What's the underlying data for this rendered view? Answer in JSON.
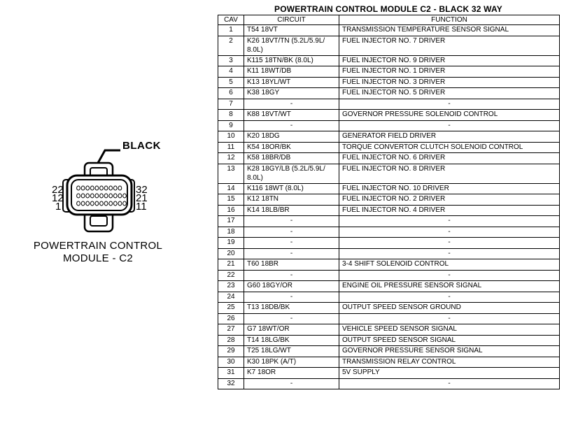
{
  "figure": {
    "color_label": "BLACK",
    "pin_labels": {
      "left_top": "22",
      "left_mid": "12",
      "left_bot": "1",
      "right_top": "32",
      "right_mid": "21",
      "right_bot": "11"
    },
    "caption_line1": "POWERTRAIN CONTROL",
    "caption_line2": "MODULE - C2"
  },
  "table": {
    "title": "POWERTRAIN CONTROL MODULE C2 - BLACK 32 WAY",
    "headers": {
      "cav": "CAV",
      "circuit": "CIRCUIT",
      "function": "FUNCTION"
    },
    "rows": [
      {
        "cav": "1",
        "circuit": "T54 18VT",
        "function": "TRANSMISSION TEMPERATURE SENSOR SIGNAL"
      },
      {
        "cav": "2",
        "circuit": "K26 18VT/TN (5.2L/5.9L/ 8.0L)",
        "function": "FUEL INJECTOR NO. 7 DRIVER"
      },
      {
        "cav": "3",
        "circuit": "K115 18TN/BK (8.0L)",
        "function": "FUEL INJECTOR NO. 9 DRIVER"
      },
      {
        "cav": "4",
        "circuit": "K11 18WT/DB",
        "function": "FUEL INJECTOR NO. 1 DRIVER"
      },
      {
        "cav": "5",
        "circuit": "K13 18YL/WT",
        "function": "FUEL INJECTOR NO. 3 DRIVER"
      },
      {
        "cav": "6",
        "circuit": "K38 18GY",
        "function": "FUEL INJECTOR NO. 5 DRIVER"
      },
      {
        "cav": "7",
        "circuit": "-",
        "function": "-"
      },
      {
        "cav": "8",
        "circuit": "K88 18VT/WT",
        "function": "GOVERNOR PRESSURE SOLENOID CONTROL"
      },
      {
        "cav": "9",
        "circuit": "-",
        "function": "-"
      },
      {
        "cav": "10",
        "circuit": "K20 18DG",
        "function": "GENERATOR FIELD DRIVER"
      },
      {
        "cav": "11",
        "circuit": "K54 18OR/BK",
        "function": "TORQUE CONVERTOR CLUTCH SOLENOID CONTROL"
      },
      {
        "cav": "12",
        "circuit": "K58 18BR/DB",
        "function": "FUEL INJECTOR NO. 6 DRIVER"
      },
      {
        "cav": "13",
        "circuit": "K28 18GY/LB (5.2L/5.9L/ 8.0L)",
        "function": "FUEL INJECTOR NO. 8 DRIVER"
      },
      {
        "cav": "14",
        "circuit": "K116 18WT (8.0L)",
        "function": "FUEL INJECTOR NO. 10 DRIVER"
      },
      {
        "cav": "15",
        "circuit": "K12 18TN",
        "function": "FUEL INJECTOR NO. 2 DRIVER"
      },
      {
        "cav": "16",
        "circuit": "K14 18LB/BR",
        "function": "FUEL INJECTOR NO. 4 DRIVER"
      },
      {
        "cav": "17",
        "circuit": "-",
        "function": "-"
      },
      {
        "cav": "18",
        "circuit": "-",
        "function": "-"
      },
      {
        "cav": "19",
        "circuit": "-",
        "function": "-"
      },
      {
        "cav": "20",
        "circuit": "-",
        "function": "-"
      },
      {
        "cav": "21",
        "circuit": "T60 18BR",
        "function": "3-4 SHIFT SOLENOID CONTROL"
      },
      {
        "cav": "22",
        "circuit": "-",
        "function": "-"
      },
      {
        "cav": "23",
        "circuit": "G60 18GY/OR",
        "function": "ENGINE OIL PRESSURE SENSOR SIGNAL"
      },
      {
        "cav": "24",
        "circuit": "-",
        "function": "-"
      },
      {
        "cav": "25",
        "circuit": "T13 18DB/BK",
        "function": "OUTPUT SPEED SENSOR GROUND"
      },
      {
        "cav": "26",
        "circuit": "-",
        "function": "-"
      },
      {
        "cav": "27",
        "circuit": "G7 18WT/OR",
        "function": "VEHICLE SPEED SENSOR SIGNAL"
      },
      {
        "cav": "28",
        "circuit": "T14 18LG/BK",
        "function": "OUTPUT SPEED SENSOR SIGNAL"
      },
      {
        "cav": "29",
        "circuit": "T25 18LG/WT",
        "function": "GOVERNOR PRESSURE SENSOR SIGNAL"
      },
      {
        "cav": "30",
        "circuit": "K30 18PK (A/T)",
        "function": "TRANSMISSION RELAY CONTROL"
      },
      {
        "cav": "31",
        "circuit": "K7 18OR",
        "function": "5V SUPPLY"
      },
      {
        "cav": "32",
        "circuit": "-",
        "function": "-"
      }
    ]
  }
}
